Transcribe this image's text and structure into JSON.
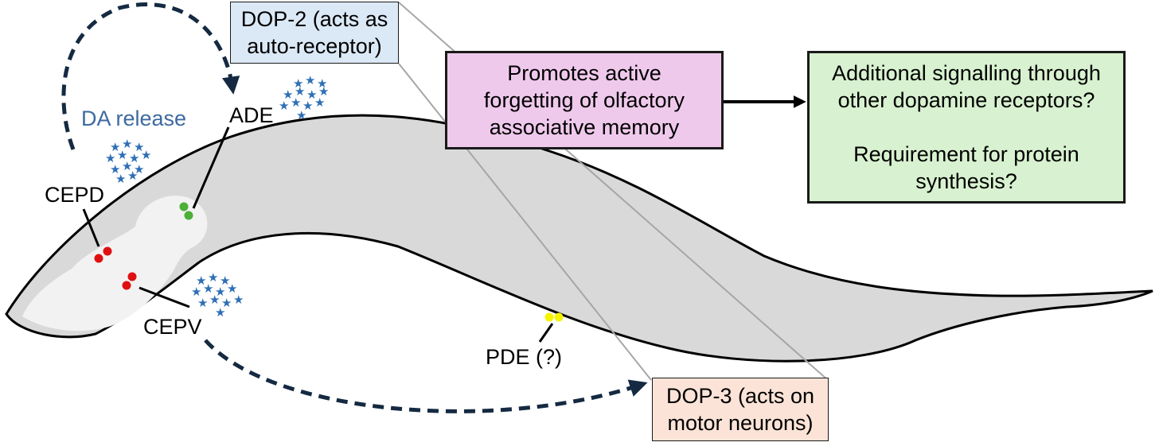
{
  "neurons": {
    "cepd": "CEPD",
    "cepv": "CEPV",
    "ade": "ADE",
    "pde": "PDE (?)"
  },
  "release_label": "DA release",
  "receptors": {
    "dop2": "DOP-2 (acts as\nauto-receptor)",
    "dop3": "DOP-3 (acts on\nmotor neurons)"
  },
  "outcome": "Promotes active\nforgetting of olfactory\nassociative memory",
  "questions": "Additional signalling through\nother dopamine receptors?\n\nRequirement for protein\nsynthesis?",
  "colors": {
    "cep_neuron": "#e01010",
    "ade_neuron": "#4caf38",
    "pde_neuron": "#f5f500",
    "dopamine": "#2e6fb5",
    "worm_body": "#d9d9d9",
    "worm_head": "#f2f2f2",
    "dop2_box": "#dbe8f6",
    "dop3_box": "#fbe3d7",
    "outcome_box": "#efc9ec",
    "questions_box": "#d8f1d0"
  }
}
